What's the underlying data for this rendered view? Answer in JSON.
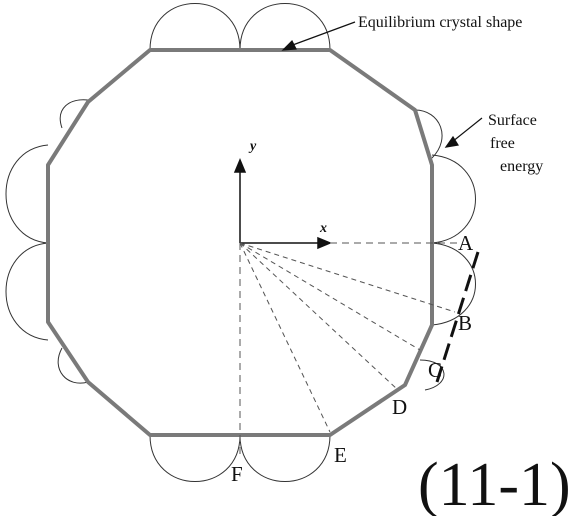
{
  "annotations": {
    "equilibrium": "Equilibrium crystal shape",
    "surface_line1": "Surface",
    "surface_line2": "free",
    "surface_line3": "energy"
  },
  "axes": {
    "x": "x",
    "y": "y"
  },
  "points": {
    "A": "A",
    "B": "B",
    "C": "C",
    "D": "D",
    "E": "E",
    "F": "F"
  },
  "figure_number": "(11-1)",
  "colors": {
    "crystal_outline": "#7a7a7a",
    "curves": "#333333",
    "dashed": "#333333",
    "text": "#111111"
  }
}
